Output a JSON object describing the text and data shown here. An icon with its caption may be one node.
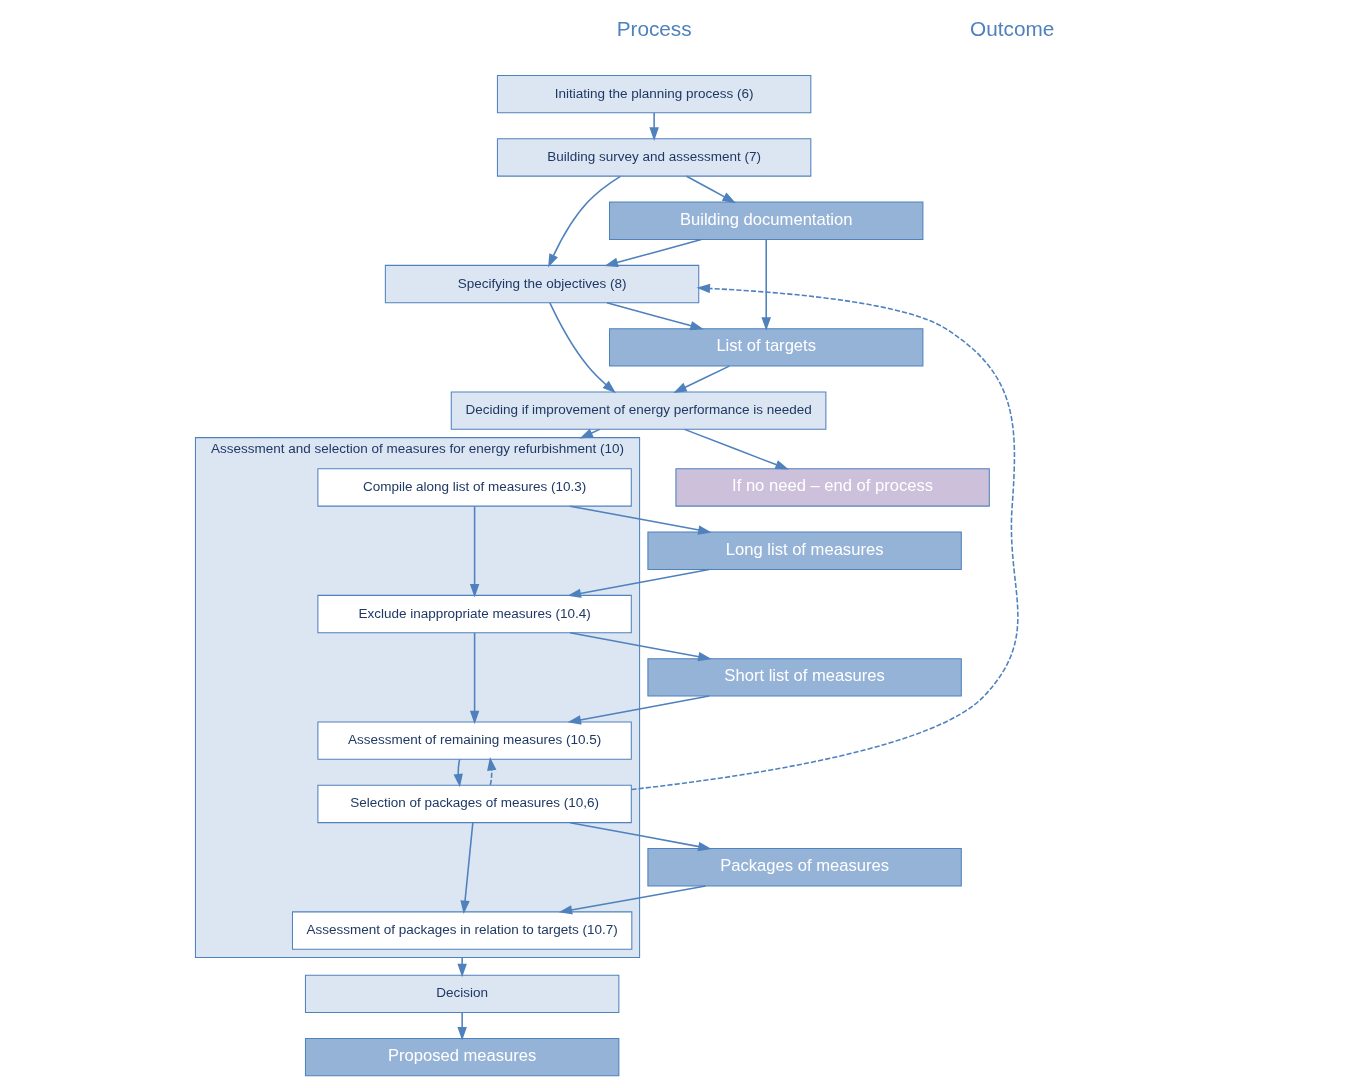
{
  "diagram": {
    "nodes": [
      {
        "text": [
          "Initiating the planning process (6)"
        ]
      },
      {
        "text": [
          "Building survey and assessment (7)"
        ]
      },
      {
        "text": [
          "Specifying the objectives (8)"
        ]
      },
      {
        "text": [
          "Deciding if improvement of energy performance is needed"
        ]
      },
      {
        "text": [
          "Assessment and selection of measures for energy refurbishment (10)"
        ]
      },
      {
        "text": [
          "Compile along list of measures (10.3)"
        ],
        "in": 4
      },
      {
        "text": [
          "Exclude inappropriate measures (10.4)"
        ],
        "in": 4
      },
      {
        "text": [
          "Assessment of remaining measures (10.5)"
        ],
        "in": 4
      },
      {
        "text": [
          "Selection of packages of measures (10,6)"
        ],
        "in": 4
      },
      {
        "text": [
          "Assessment of packages in relation to targets (10.7)"
        ],
        "in": 4
      },
      {
        "text": [
          "Decision"
        ]
      },
      {
        "text": [
          "Building documentation"
        ]
      },
      {
        "text": [
          "List of targets"
        ]
      },
      {
        "text": [
          "If no need – end of process"
        ]
      },
      {
        "text": [
          "Long list of measures"
        ]
      },
      {
        "text": [
          "Short list of measures"
        ]
      },
      {
        "text": [
          "Packages of measures"
        ]
      },
      {
        "text": [
          "Proposed measures"
        ]
      }
    ],
    "edges": [
      {
        "from": 0,
        "to": 1,
        "arrow": "to"
      },
      {
        "from": 1,
        "to": 2,
        "arrow": "to"
      },
      {
        "from": 2,
        "to": 3,
        "arrow": "to"
      },
      {
        "from": 3,
        "to": 4,
        "arrow": "to"
      },
      {
        "from": 5,
        "to": 6,
        "arrow": "to"
      },
      {
        "from": 6,
        "to": 7,
        "arrow": "to"
      },
      {
        "from": 7,
        "to": 8,
        "arrow": "to"
      },
      {
        "from": 8,
        "to": 9,
        "arrow": "to"
      },
      {
        "from": 4,
        "to": 10,
        "arrow": "to"
      },
      {
        "from": 1,
        "to": 11,
        "arrow": "to"
      },
      {
        "from": 11,
        "to": 2,
        "arrow": "to"
      },
      {
        "from": 11,
        "to": 12,
        "arrow": "to"
      },
      {
        "from": 2,
        "to": 12,
        "arrow": "to"
      },
      {
        "from": 12,
        "to": 3,
        "arrow": "to"
      },
      {
        "from": 3,
        "to": 13,
        "arrow": "to"
      },
      {
        "from": 5,
        "to": 14,
        "arrow": "to"
      },
      {
        "from": 14,
        "to": 6,
        "arrow": "to"
      },
      {
        "from": 6,
        "to": 15,
        "arrow": "to"
      },
      {
        "from": 15,
        "to": 7,
        "arrow": "to"
      },
      {
        "from": 8,
        "to": 16,
        "arrow": "to"
      },
      {
        "from": 16,
        "to": 9,
        "arrow": "to"
      },
      {
        "from": 10,
        "to": 17,
        "arrow": "to"
      },
      {
        "from": 8,
        "to": 2,
        "arrow": "to",
        "style": "dashed"
      },
      {
        "from": 8,
        "to": 7,
        "arrow": "to",
        "style": "dashed"
      }
    ],
    "labels": [
      "Process",
      "Outcome"
    ]
  }
}
